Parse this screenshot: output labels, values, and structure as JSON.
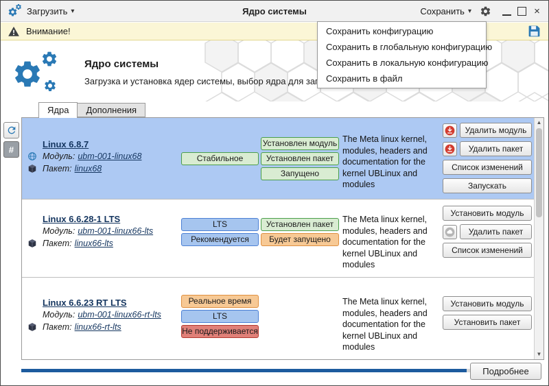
{
  "palette": {
    "accent_blue": "#2a79b5",
    "selected_row_bg": "#adc9f3",
    "warning_bg": "#fbf6d6",
    "badge_green_bg": "#d9ecd2",
    "badge_green_border": "#4a9e4a",
    "badge_blue_bg": "#a6c5ef",
    "badge_blue_border": "#4a7fd4",
    "badge_orange_bg": "#f7c995",
    "badge_orange_border": "#df8f3f",
    "badge_red_bg": "#e08078",
    "badge_red_border": "#b33a30",
    "progress_fill": "#1d5b9e"
  },
  "icons": {
    "caret_down": "▾",
    "arrow_up": "▲",
    "arrow_down": "▼",
    "hash": "#"
  },
  "titlebar": {
    "load_label": "Загрузить",
    "title": "Ядро системы",
    "save_label": "Сохранить",
    "close_glyph": "×"
  },
  "warning_bar": {
    "label": "Внимание!"
  },
  "save_menu": {
    "items": [
      "Сохранить конфигурацию",
      "Сохранить в глобальную конфигурацию",
      "Сохранить в локальную конфигурацию",
      "Сохранить в файл"
    ]
  },
  "header": {
    "title": "Ядро системы",
    "subtitle": "Загрузка и установка ядер системы, выбор ядра для загрузки по умолчанию"
  },
  "tabs": [
    {
      "label": "Ядра",
      "active": true
    },
    {
      "label": "Дополнения",
      "active": false
    }
  ],
  "kernels": [
    {
      "name": "Linux 6.8.7",
      "module_label": "Модуль:",
      "module": "ubm-001-linux68",
      "package_label": "Пакет:",
      "package": "linux68",
      "property_badges": [
        {
          "label": "Стабильное",
          "color": "green"
        }
      ],
      "state_badges": [
        {
          "label": "Установлен модуль",
          "color": "green"
        },
        {
          "label": "Установлен пакет",
          "color": "green"
        },
        {
          "label": "Запущено",
          "color": "green"
        }
      ],
      "description": "The Meta linux kernel, modules, headers and documentation for the kernel UBLinux and modules",
      "actions": [
        {
          "label": "Удалить модуль",
          "icon": "uninstall-red"
        },
        {
          "label": "Удалить пакет",
          "icon": "uninstall-red"
        },
        {
          "label": "Список изменений",
          "icon": null
        },
        {
          "label": "Запускать",
          "icon": null
        }
      ],
      "selected": true
    },
    {
      "name": "Linux 6.6.28-1 LTS",
      "module_label": "Модуль:",
      "module": "ubm-001-linux66-lts",
      "package_label": "Пакет:",
      "package": "linux66-lts",
      "property_badges": [
        {
          "label": "LTS",
          "color": "blue"
        },
        {
          "label": "Рекомендуется",
          "color": "blue"
        }
      ],
      "state_badges": [
        {
          "label": "Установлен пакет",
          "color": "green"
        },
        {
          "label": "Будет запущено",
          "color": "orange"
        }
      ],
      "description": "The Meta linux kernel, modules, headers and documentation for the kernel UBLinux and modules",
      "actions": [
        {
          "label": "Установить модуль",
          "icon": null
        },
        {
          "label": "Удалить пакет",
          "icon": "cloud-gray"
        },
        {
          "label": "Список изменений",
          "icon": null
        }
      ],
      "selected": false
    },
    {
      "name": "Linux 6.6.23 RT LTS",
      "module_label": "Модуль:",
      "module": "ubm-001-linux66-rt-lts",
      "package_label": "Пакет:",
      "package": "linux66-rt-lts",
      "property_badges": [
        {
          "label": "Реальное время",
          "color": "orange"
        },
        {
          "label": "LTS",
          "color": "blue"
        },
        {
          "label": "Не поддерживается",
          "color": "red"
        }
      ],
      "state_badges": [],
      "description": "The Meta linux kernel, modules, headers and documentation for the kernel UBLinux and modules",
      "actions": [
        {
          "label": "Установить модуль",
          "icon": null
        },
        {
          "label": "Установить пакет",
          "icon": null
        }
      ],
      "selected": false
    }
  ],
  "footer": {
    "details_label": "Подробнее",
    "progress_percent": 99
  }
}
